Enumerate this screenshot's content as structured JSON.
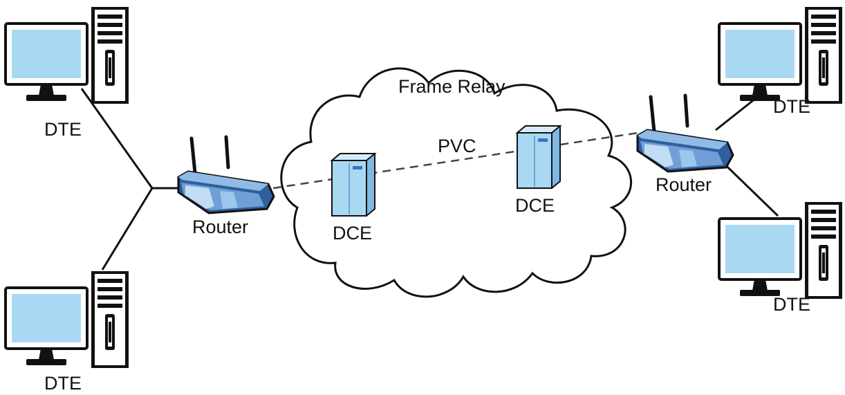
{
  "labels": {
    "dte_top_left": "DTE",
    "dte_bottom_left": "DTE",
    "dte_top_right": "DTE",
    "dte_bottom_right": "DTE",
    "router_left": "Router",
    "router_right": "Router",
    "cloud": "Frame Relay",
    "pvc": "PVC",
    "dce_left": "DCE",
    "dce_right": "DCE"
  },
  "colors": {
    "device_fill": "#a9d9f2",
    "device_stroke": "#111111",
    "router_fill": "#6f9fd6",
    "router_light": "#c2dcf3",
    "router_dark": "#2f5f9c",
    "line": "#111111"
  }
}
